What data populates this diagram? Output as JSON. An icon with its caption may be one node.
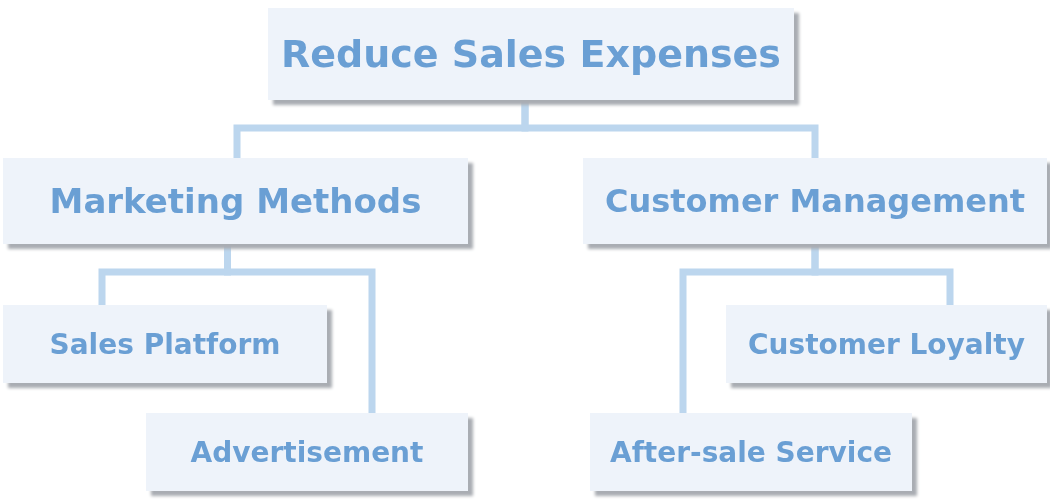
{
  "diagram": {
    "nodes": [
      {
        "text": [
          "Reduce Sales Expenses"
        ]
      },
      {
        "text": [
          "Marketing Methods"
        ]
      },
      {
        "text": [
          "Customer Management"
        ]
      },
      {
        "text": [
          "Sales Platform"
        ]
      },
      {
        "text": [
          "Advertisement"
        ]
      },
      {
        "text": [
          "Customer Loyalty"
        ]
      },
      {
        "text": [
          "After-sale Service"
        ]
      }
    ],
    "edges": [
      {
        "from": 0,
        "to": 1,
        "arrow": "none"
      },
      {
        "from": 0,
        "to": 2,
        "arrow": "none"
      },
      {
        "from": 1,
        "to": 3,
        "arrow": "none"
      },
      {
        "from": 1,
        "to": 4,
        "arrow": "none"
      },
      {
        "from": 2,
        "to": 5,
        "arrow": "none"
      },
      {
        "from": 2,
        "to": 6,
        "arrow": "none"
      }
    ]
  }
}
